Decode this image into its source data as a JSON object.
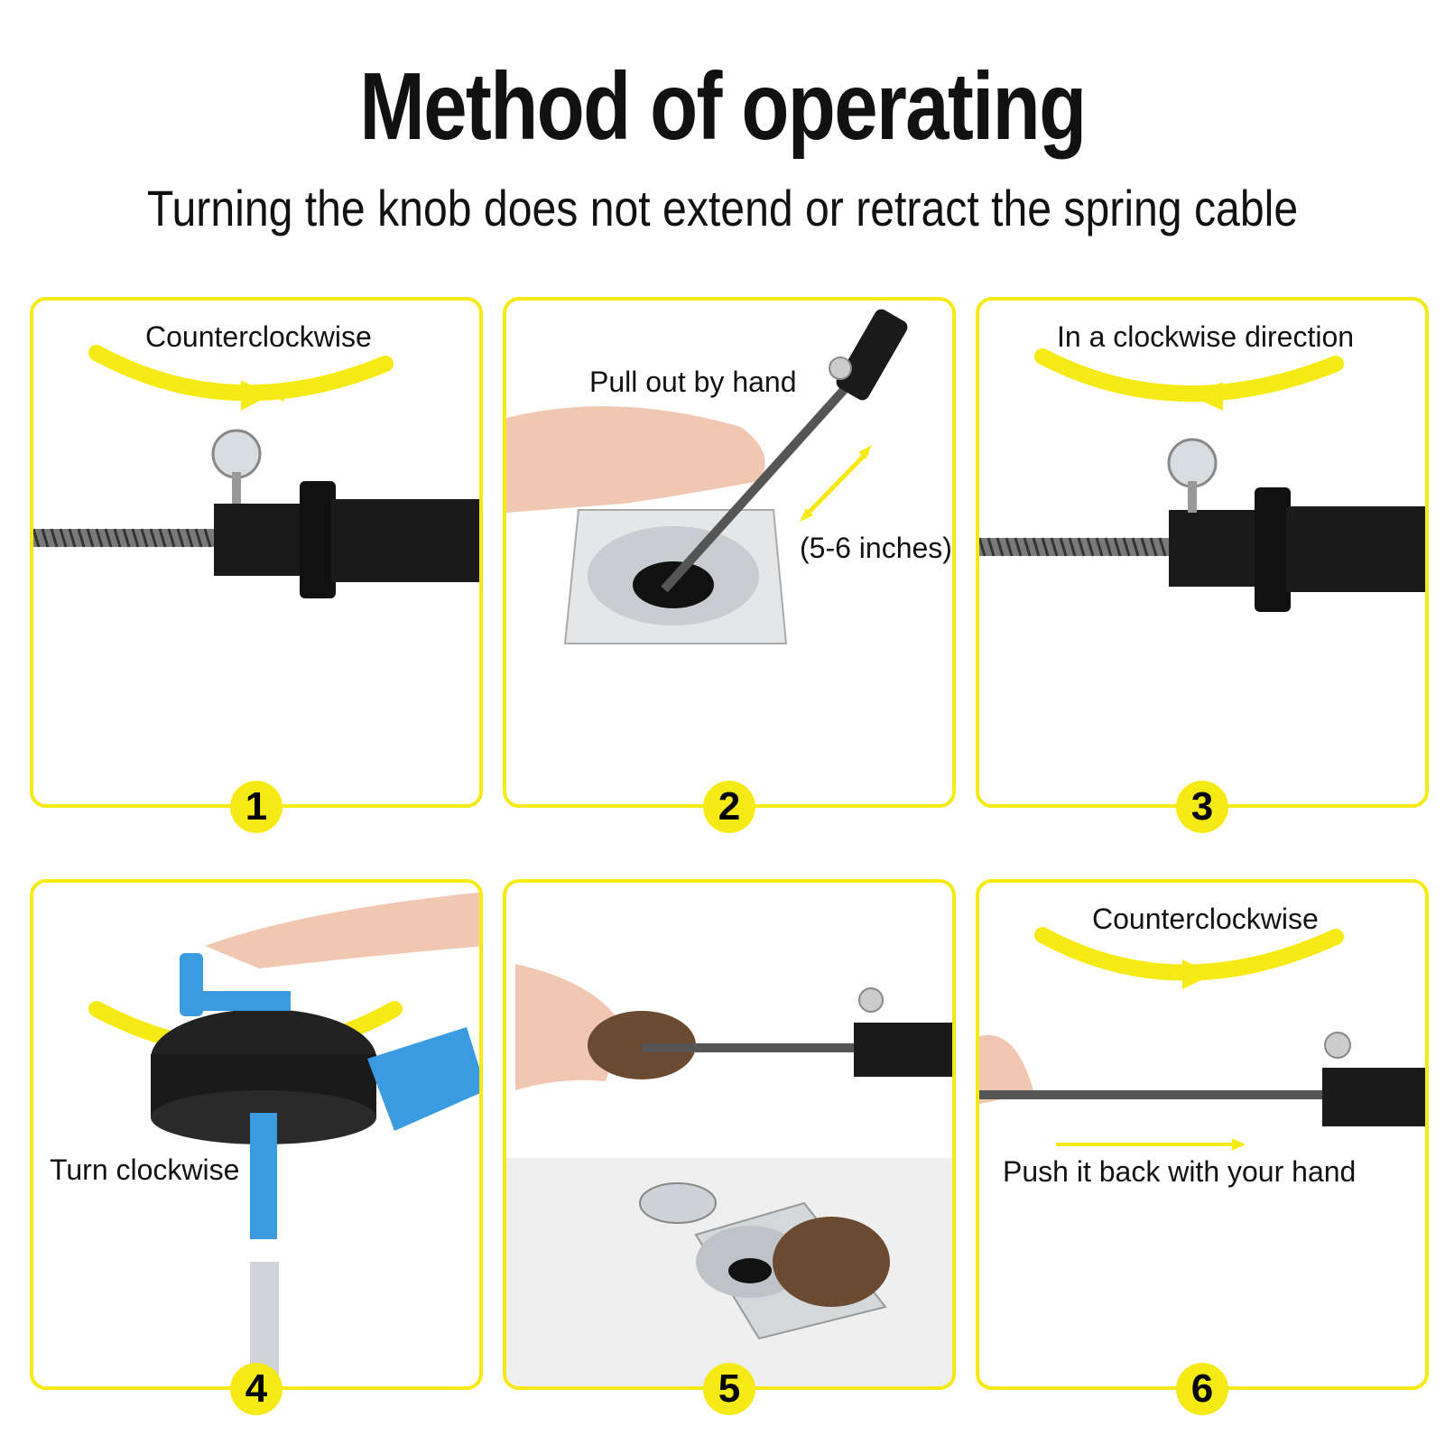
{
  "title": "Method of operating",
  "subtitle": "Turning the knob does not extend or retract the spring cable",
  "steps": [
    {
      "number": "1",
      "label": "Counterclockwise"
    },
    {
      "number": "2",
      "label": "Pull out by hand",
      "measure": "(5-6 inches)"
    },
    {
      "number": "3",
      "label": "In a clockwise direction"
    },
    {
      "number": "4",
      "label": "Turn clockwise"
    },
    {
      "number": "5"
    },
    {
      "number": "6",
      "label": "Counterclockwise",
      "label2": "Push it back with your hand"
    }
  ],
  "colors": {
    "accent": "#f5ea14",
    "tool": "#1a1a1a",
    "handle": "#3b9be0"
  }
}
